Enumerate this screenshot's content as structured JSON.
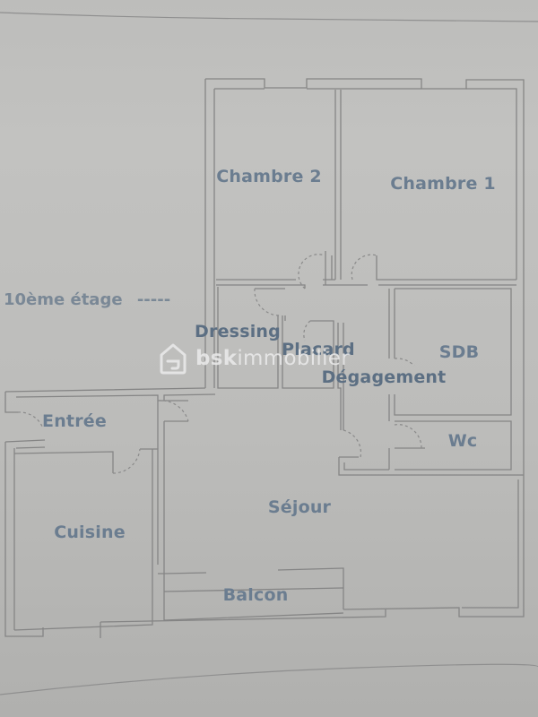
{
  "plan": {
    "floor_label": "10ème étage",
    "floor_marker": "-----",
    "rooms": {
      "chambre2": "Chambre 2",
      "chambre1": "Chambre 1",
      "dressing": "Dressing",
      "placard": "Placard",
      "sdb": "SDB",
      "degagement": "Dégagement",
      "entree": "Entrée",
      "wc": "Wc",
      "sejour": "Séjour",
      "cuisine": "Cuisine",
      "balcon": "Balcon"
    }
  },
  "watermark": {
    "brand_bold": "bsk",
    "brand_light": "immobilier",
    "icon": "house-logo-icon"
  },
  "colors": {
    "label": "#6b7d90",
    "wall": "#858585",
    "paper": "#bdbdbb",
    "watermark": "#ebebeb"
  }
}
